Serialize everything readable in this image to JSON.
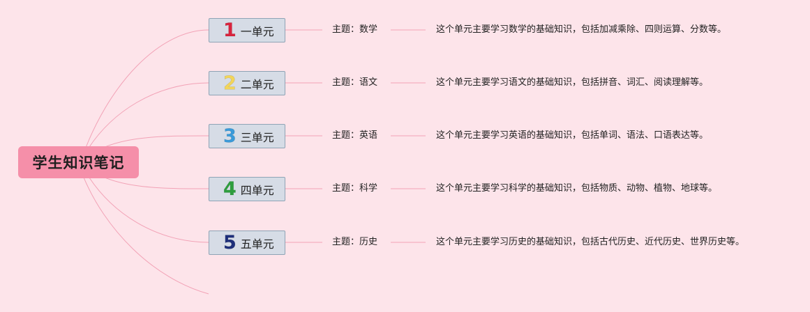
{
  "root": {
    "title": "学生知识笔记"
  },
  "colors": {
    "background": "#fde4ea",
    "root_fill": "#f58fa9",
    "branch_line": "#f2a2b6",
    "unit_fill": "#d6dce6",
    "unit_border": "#8ea3b5"
  },
  "units": [
    {
      "number": "1",
      "number_color": "#d9233d",
      "label": "一单元",
      "topic": "主题：数学",
      "description": "这个单元主要学习数学的基础知识，包括加减乘除、四则运算、分数等。"
    },
    {
      "number": "2",
      "number_color": "#f2d55a",
      "label": "二单元",
      "topic": "主题：语文",
      "description": "这个单元主要学习语文的基础知识，包括拼音、词汇、阅读理解等。"
    },
    {
      "number": "3",
      "number_color": "#3a9ad9",
      "label": "三单元",
      "topic": "主题：英语",
      "description": "这个单元主要学习英语的基础知识，包括单词、语法、口语表达等。"
    },
    {
      "number": "4",
      "number_color": "#2e9e3e",
      "label": "四单元",
      "topic": "主题：科学",
      "description": "这个单元主要学习科学的基础知识，包括物质、动物、植物、地球等。"
    },
    {
      "number": "5",
      "number_color": "#1e2f7a",
      "label": "五单元",
      "topic": "主题：历史",
      "description": "这个单元主要学习历史的基础知识，包括古代历史、近代历史、世界历史等。"
    }
  ]
}
